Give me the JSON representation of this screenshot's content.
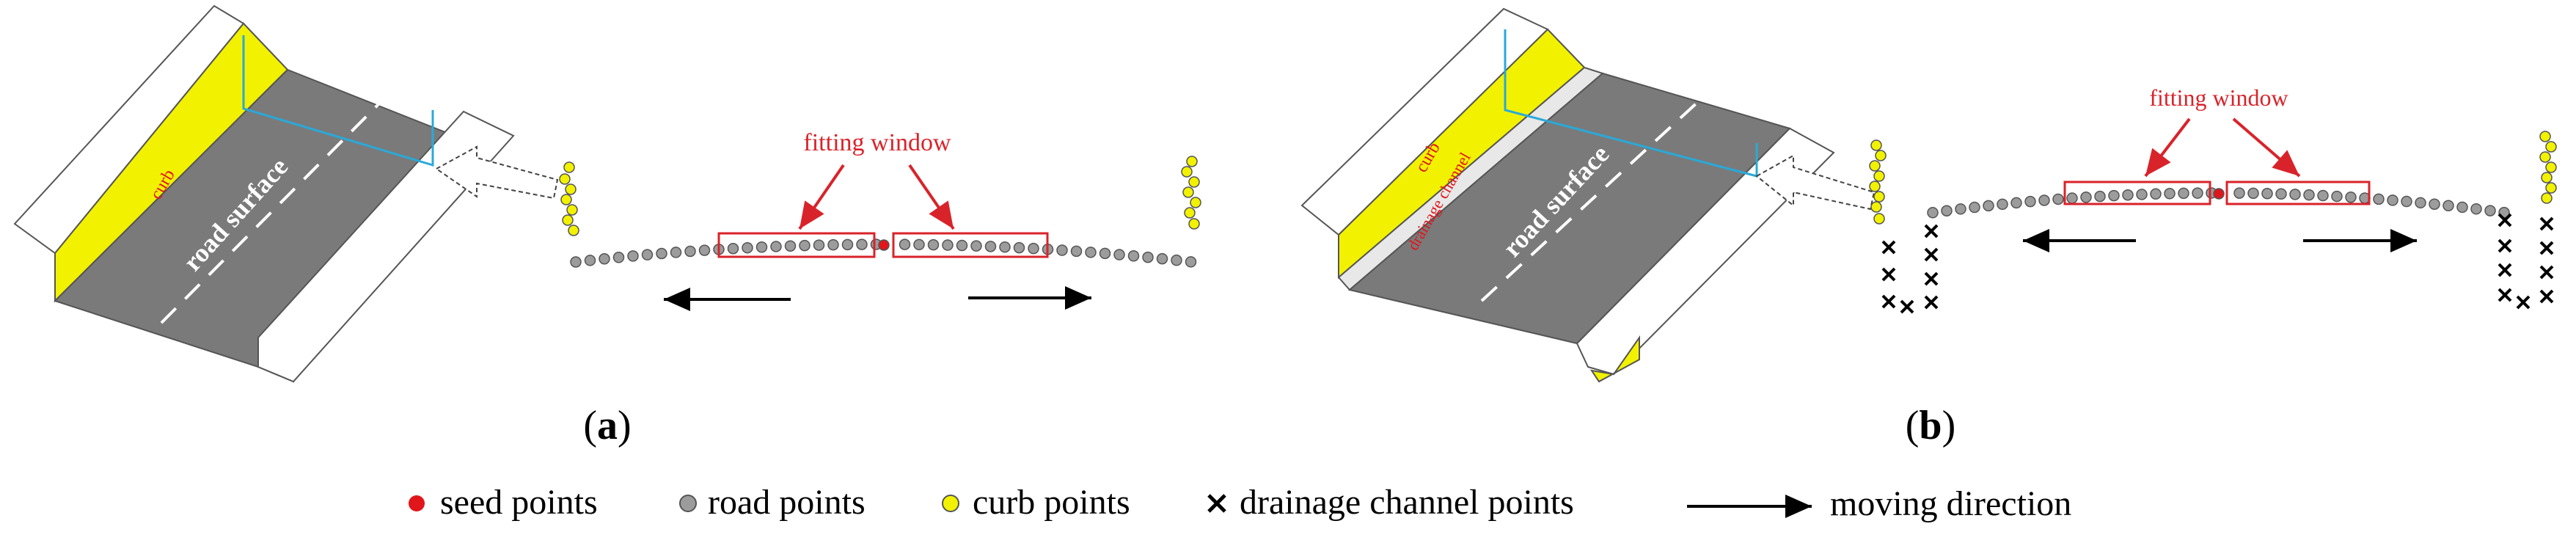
{
  "panels": [
    {
      "id": "a",
      "caption": "(a)",
      "caption_letter": "a",
      "labels": {
        "curb": "curb",
        "road_surface": "road surface"
      },
      "fitting_window_label": "fitting window"
    },
    {
      "id": "b",
      "caption": "(b)",
      "caption_letter": "b",
      "labels": {
        "curb": "curb",
        "drainage_channel": "drainage channel",
        "road_surface": "road surface"
      },
      "fitting_window_label": "fitting window"
    }
  ],
  "legend": {
    "seed": "seed points",
    "road": "road points",
    "curb": "curb points",
    "drainage": "drainage channel points",
    "moving": "moving direction"
  },
  "colors": {
    "road_gray": "#7a7a7a",
    "curb_yellow": "#f2f200",
    "seed_red": "#e0161b",
    "window_red": "#d9232a",
    "section_blue": "#2aa9d8",
    "point_gray": "#9c9c9c"
  }
}
